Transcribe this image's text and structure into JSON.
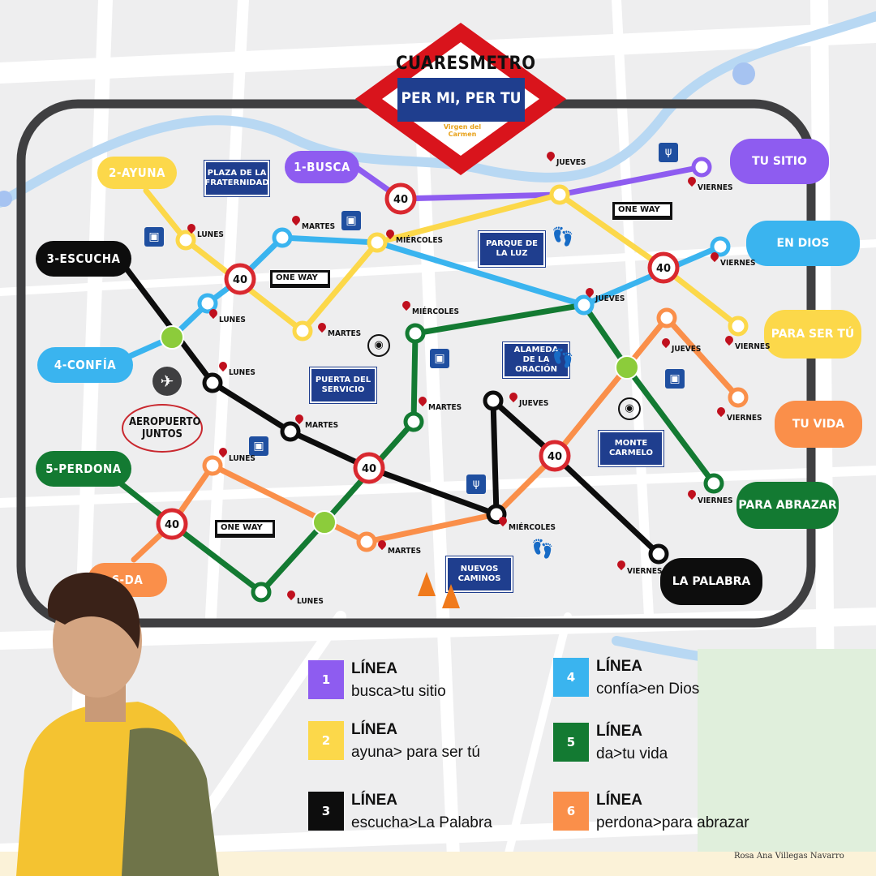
{
  "header": {
    "title": "CUARESMETRO",
    "subtitle": "PER MI, PER TU",
    "logo_text": "Virgen del Carmen"
  },
  "lines": [
    {
      "id": "1",
      "station": "1-BUSCA",
      "destination": "TU SITIO",
      "color": "#8e5cf0"
    },
    {
      "id": "2",
      "station": "2-AYUNA",
      "destination": "PARA SER TÚ",
      "color": "#fcd84a"
    },
    {
      "id": "3",
      "station": "3-ESCUCHA",
      "destination": "LA PALABRA",
      "color": "#0d0d0d"
    },
    {
      "id": "4",
      "station": "4-CONFÍA",
      "destination": "EN DIOS",
      "color": "#3ab4ef"
    },
    {
      "id": "5",
      "station": "5-PERDONA",
      "destination": "PARA ABRAZAR",
      "color": "#137a32"
    },
    {
      "id": "6",
      "station": "6-DA",
      "destination": "TU VIDA",
      "color": "#fa8f4a"
    }
  ],
  "places": {
    "fraternidad": "PLAZA DE LA FRATERNIDAD",
    "luz": "PARQUE DE LA LUZ",
    "servicio": "PUERTA DEL SERVICIO",
    "oracion": "ALAMEDA DE LA ORACIÓN",
    "carmelo": "MONTE CARMELO",
    "caminos": "NUEVOS CAMINOS",
    "aeropuerto": "AEROPUERTO JUNTOS"
  },
  "signs": {
    "one_way": "ONE WAY",
    "speed": "40"
  },
  "days": {
    "lunes": "LUNES",
    "martes": "MARTES",
    "miercoles": "MIÉRCOLES",
    "jueves": "JUEVES",
    "viernes": "VIERNES"
  },
  "legend": [
    {
      "num": "1",
      "title": "LÍNEA",
      "text": "busca>tu sitio",
      "color": "#8e5cf0"
    },
    {
      "num": "2",
      "title": "LÍNEA",
      "text": "ayuna> para ser tú",
      "color": "#fcd84a"
    },
    {
      "num": "3",
      "title": "LÍNEA",
      "text": "escucha>La Palabra",
      "color": "#0d0d0d"
    },
    {
      "num": "4",
      "title": "LÍNEA",
      "text": "confía>en Dios",
      "color": "#3ab4ef"
    },
    {
      "num": "5",
      "title": "LÍNEA",
      "text": "da>tu vida",
      "color": "#137a32"
    },
    {
      "num": "6",
      "title": "LÍNEA",
      "text": "perdona>para abrazar",
      "color": "#fa8f4a"
    }
  ],
  "credit": "Rosa Ana Villegas Navarro"
}
